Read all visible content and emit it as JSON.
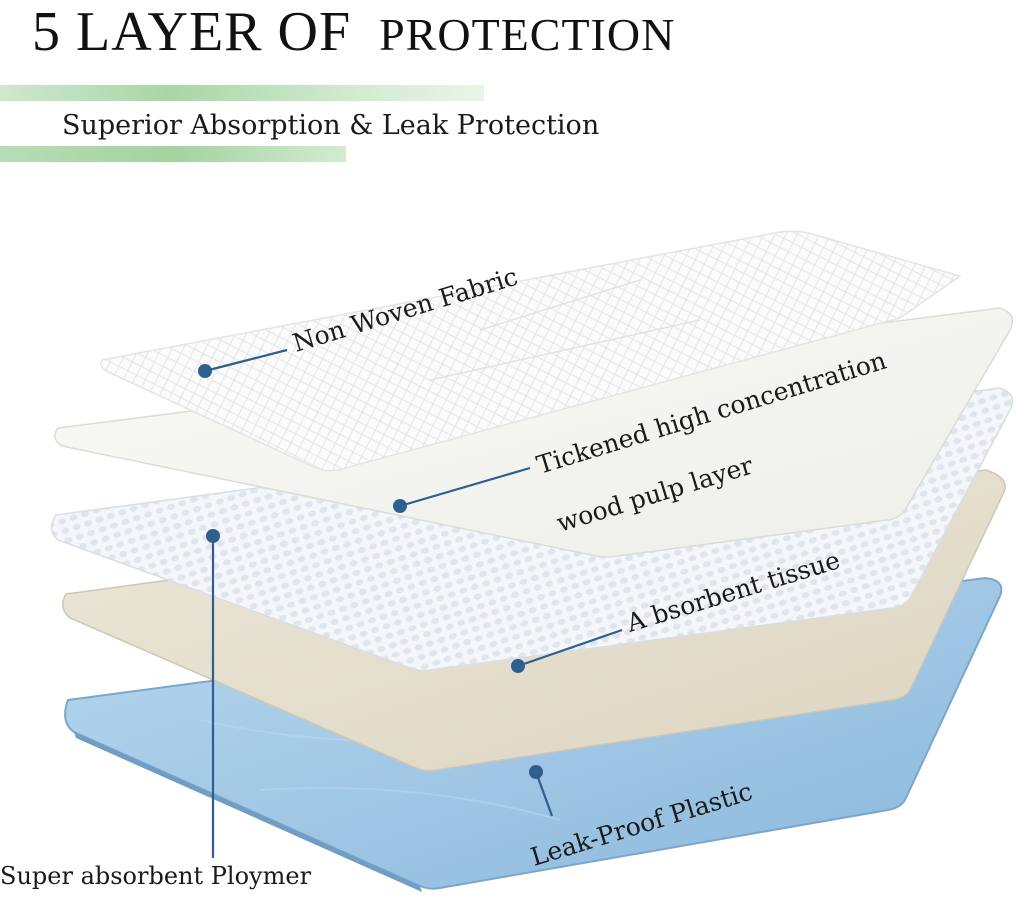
{
  "header": {
    "title_main": "5 LAYER OF",
    "title_tail": "PROTECTION",
    "subtitle": "Superior Absorption & Leak Protection"
  },
  "layers": [
    {
      "label": "Non Woven Fabric"
    },
    {
      "label_line1": "Tickened high concentration",
      "label_line2": "wood pulp layer"
    },
    {
      "label": "Super absorbent Ploymer"
    },
    {
      "label": "A bsorbent tissue"
    },
    {
      "label": "Leak-Proof Plastic"
    }
  ],
  "colors": {
    "callout": "#2f5f8f",
    "band": "#a9d6a6",
    "plastic": "#9fc6e4",
    "tissue": "#e8e2d2"
  }
}
